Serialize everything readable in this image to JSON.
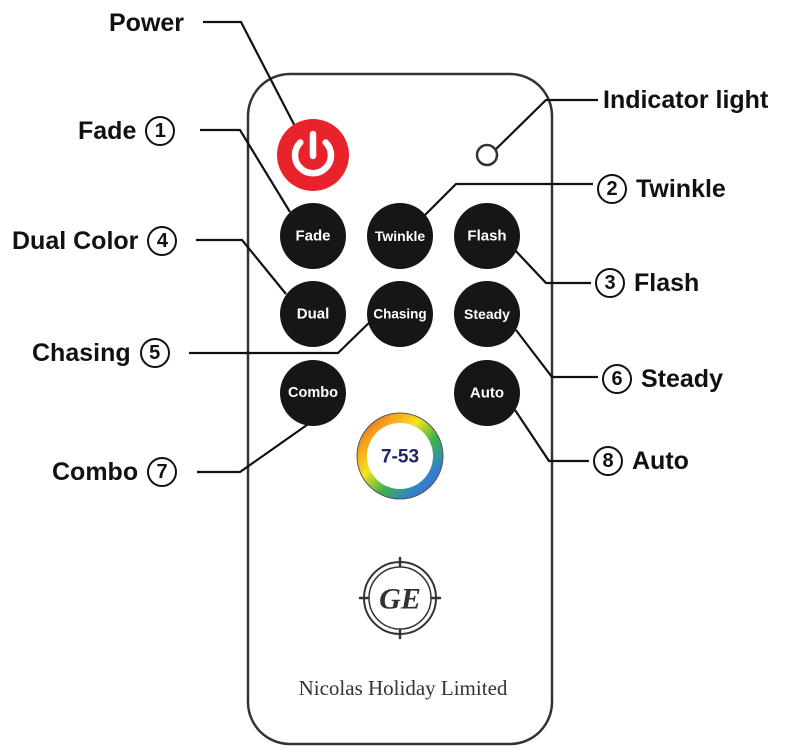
{
  "remote": {
    "buttons": {
      "fade": "Fade",
      "twinkle": "Twinkle",
      "flash": "Flash",
      "dual": "Dual",
      "chasing": "Chasing",
      "steady": "Steady",
      "combo": "Combo",
      "auto": "Auto"
    },
    "model_badge": "7-53",
    "logo_text": "GE",
    "brand": "Nicolas Holiday Limited"
  },
  "callouts": {
    "power": {
      "label": "Power"
    },
    "indicator": {
      "label": "Indicator light"
    },
    "fade": {
      "label": "Fade",
      "number": "1"
    },
    "twinkle": {
      "label": "Twinkle",
      "number": "2"
    },
    "flash": {
      "label": "Flash",
      "number": "3"
    },
    "dual": {
      "label": "Dual Color",
      "number": "4"
    },
    "chasing": {
      "label": "Chasing",
      "number": "5"
    },
    "steady": {
      "label": "Steady",
      "number": "6"
    },
    "combo": {
      "label": "Combo",
      "number": "7"
    },
    "auto": {
      "label": "Auto",
      "number": "8"
    }
  },
  "colors": {
    "power_button": "#e8232b",
    "button_fill": "#161616",
    "outline": "#333333"
  }
}
